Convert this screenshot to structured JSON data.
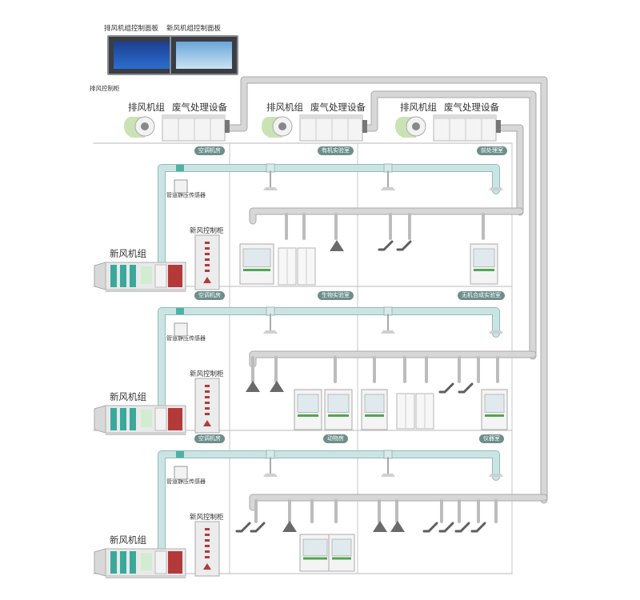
{
  "panels": {
    "exhaust_panel_label": "排风机组控制面板",
    "fresh_panel_label": "新风机组控制面板"
  },
  "exhaust_cabinet_label": "排风控制柜",
  "roof_units": [
    {
      "fan_label": "排风机组",
      "device_label": "废气处理设备",
      "room": "空调机房"
    },
    {
      "fan_label": "排风机组",
      "device_label": "废气处理设备",
      "room": "有机实验室"
    },
    {
      "fan_label": "排风机组",
      "device_label": "废气处理设备",
      "room": "前处理室"
    }
  ],
  "floors": [
    {
      "ahu_label": "新风机组",
      "cabinet_label": "新风控制柜",
      "sensor_label": "管道静压传感器",
      "rooms": [
        "空调机房",
        "生物实验室",
        "无机合成实验室"
      ]
    },
    {
      "ahu_label": "新风机组",
      "cabinet_label": "新风控制柜",
      "sensor_label": "管道静压传感器",
      "rooms": [
        "空调机房",
        "动物房",
        "仪器室"
      ]
    },
    {
      "ahu_label": "新风机组",
      "cabinet_label": "新风控制柜",
      "sensor_label": "管道静压传感器",
      "rooms": []
    }
  ],
  "colors": {
    "exhaust_duct": "#d7d7d7",
    "exhaust_duct_edge": "#a9a9a9",
    "supply_duct": "#cbe4e3",
    "supply_duct_edge": "#8fbcbb",
    "floor_line": "#c7c7c7",
    "room_label_bg": "#6d8f8c",
    "ahu_teal": "#3aa99b",
    "ahu_red": "#b43a3a",
    "fan_green": "#c9e3b4"
  }
}
